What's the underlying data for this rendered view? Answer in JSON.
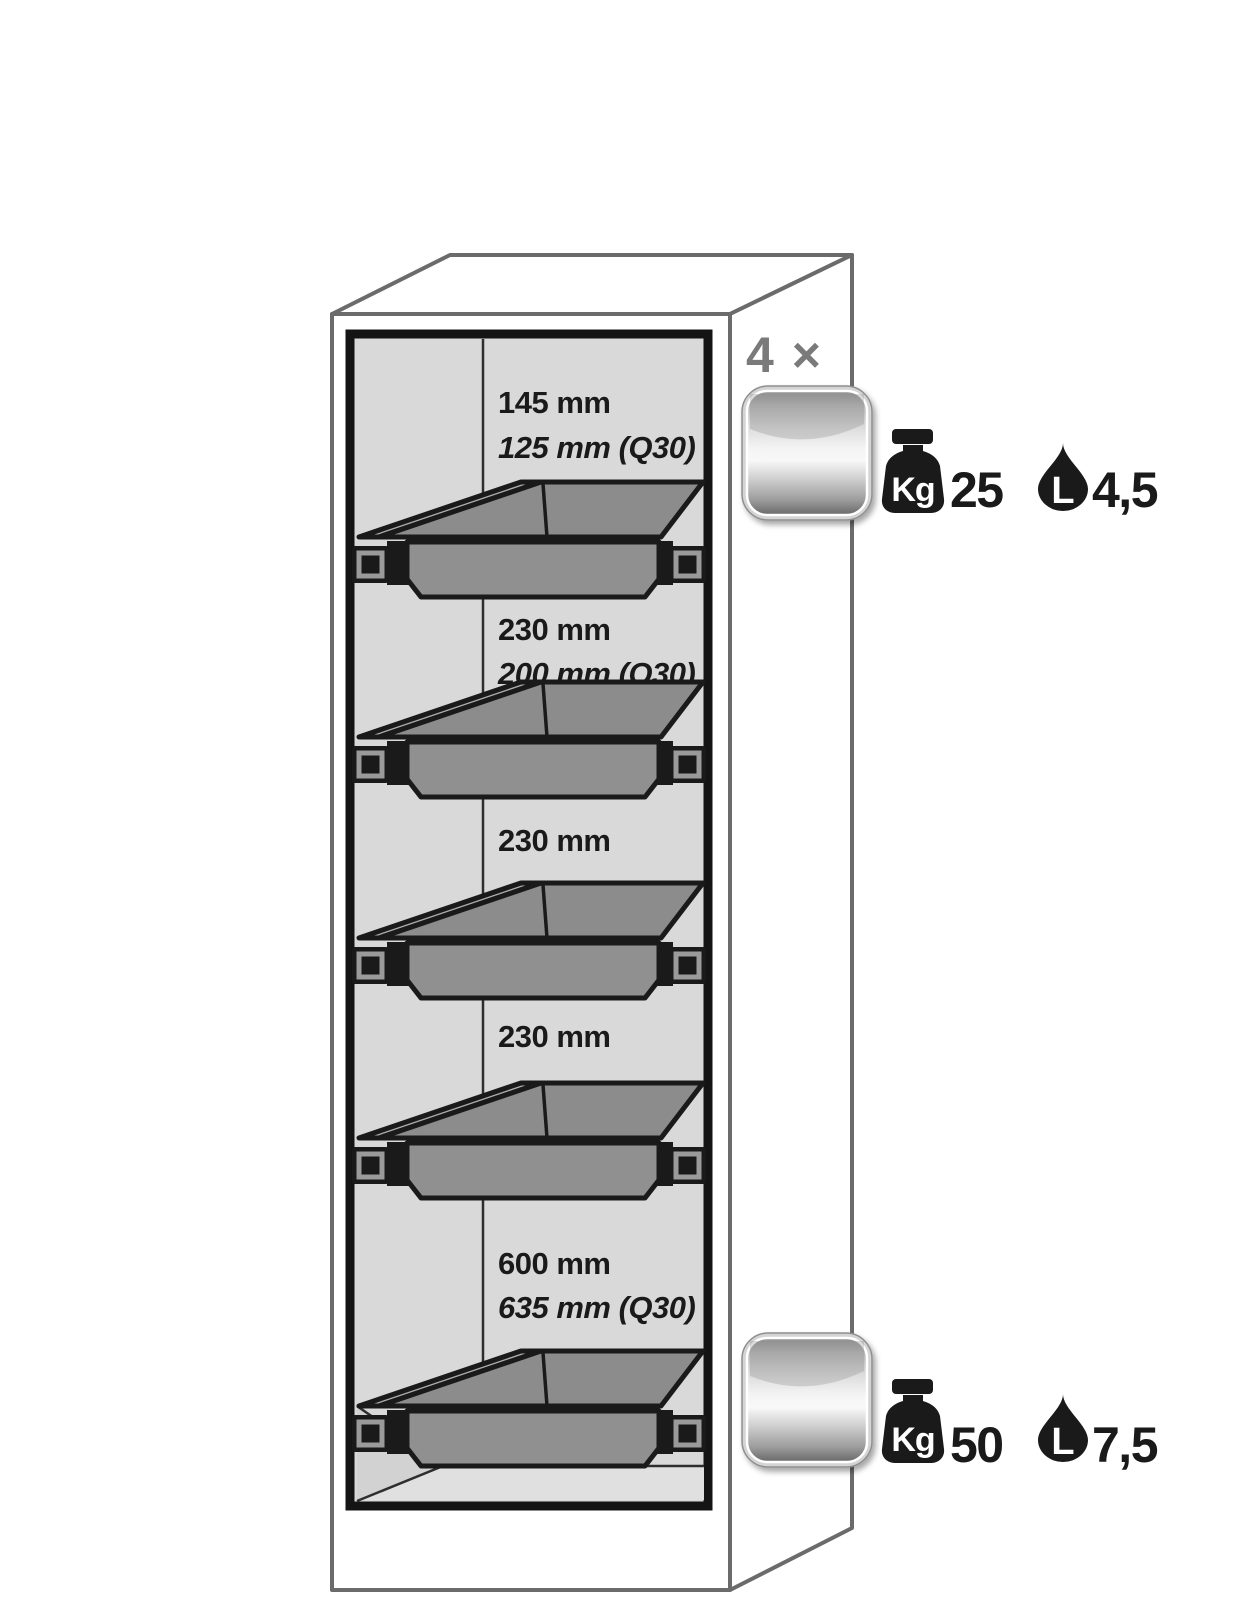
{
  "diagram": {
    "count_label": "4 ×",
    "compartments": [
      {
        "height_label": "145 mm",
        "alt_height_label": "125 mm (Q30)"
      },
      {
        "height_label": "230 mm",
        "alt_height_label": "200 mm (Q30)"
      },
      {
        "height_label": "230 mm",
        "alt_height_label": ""
      },
      {
        "height_label": "230 mm",
        "alt_height_label": ""
      },
      {
        "height_label": "600 mm",
        "alt_height_label": "635 mm (Q30)"
      }
    ],
    "load_specs": [
      {
        "weight_unit": "Kg",
        "weight_value": "25",
        "volume_unit": "L",
        "volume_value": "4,5"
      },
      {
        "weight_unit": "Kg",
        "weight_value": "50",
        "volume_unit": "L",
        "volume_value": "7,5"
      }
    ],
    "colors": {
      "cabinet_outline": "#6b6b6b",
      "interior_fill": "#d9d9d9",
      "tray_front_fill": "#909090",
      "tray_rim_fill": "#ababab",
      "tray_sump_fill": "#8c8c8c",
      "ink_black": "#1a1a1a",
      "count_label_gray": "#7a7a7a",
      "floor_fill": "#e0e0e0"
    }
  }
}
